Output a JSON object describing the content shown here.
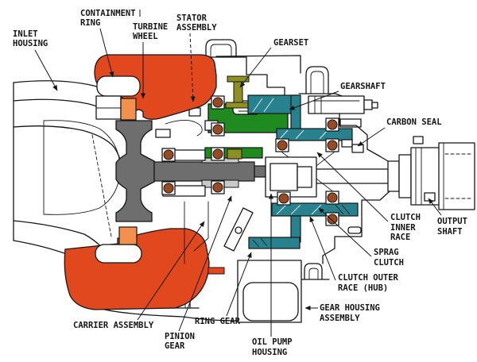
{
  "diagram": {
    "type": "technical cross-section diagram of an air turbine starter gear train",
    "labels": {
      "inlet_housing": {
        "lines": [
          "INLET",
          "HOUSING"
        ]
      },
      "containment_ring": {
        "lines": [
          "CONTAINMENT",
          "RING"
        ]
      },
      "turbine_wheel": {
        "lines": [
          "TURBINE",
          "WHEEL"
        ]
      },
      "stator_assembly": {
        "lines": [
          "STATOR",
          "ASSEMBLY"
        ]
      },
      "gearset": {
        "lines": [
          "GEARSET"
        ]
      },
      "gearshaft": {
        "lines": [
          "GEARSHAFT"
        ]
      },
      "carbon_seal": {
        "lines": [
          "CARBON SEAL"
        ]
      },
      "output_shaft": {
        "lines": [
          "OUTPUT",
          "SHAFT"
        ]
      },
      "clutch_inner_race": {
        "lines": [
          "CLUTCH",
          "INNER",
          "RACE"
        ]
      },
      "sprag_clutch": {
        "lines": [
          "SPRAG",
          "CLUTCH"
        ]
      },
      "clutch_outer_race": {
        "lines": [
          "CLUTCH OUTER",
          "RACE (HUB)"
        ]
      },
      "gear_housing_assembly": {
        "lines": [
          "GEAR HOUSING",
          "ASSEMBLY"
        ]
      },
      "oil_pump_housing": {
        "lines": [
          "OIL PUMP",
          "HOUSING"
        ]
      },
      "ring_gear": {
        "lines": [
          "RING GEAR"
        ]
      },
      "pinion_gear": {
        "lines": [
          "PINION",
          "GEAR"
        ]
      },
      "carrier_assembly": {
        "lines": [
          "CARRIER ASSEMBLY"
        ]
      }
    }
  },
  "colors": {
    "red": "#E2481E",
    "orange": "#F4904E",
    "green": "#1F8A1F",
    "olive": "#8F8F23",
    "teal": "#27828E",
    "brown": "#9A4A20",
    "grayd": "#6E6E6E",
    "grayl": "#C9C9C9",
    "ink": "#151515"
  }
}
